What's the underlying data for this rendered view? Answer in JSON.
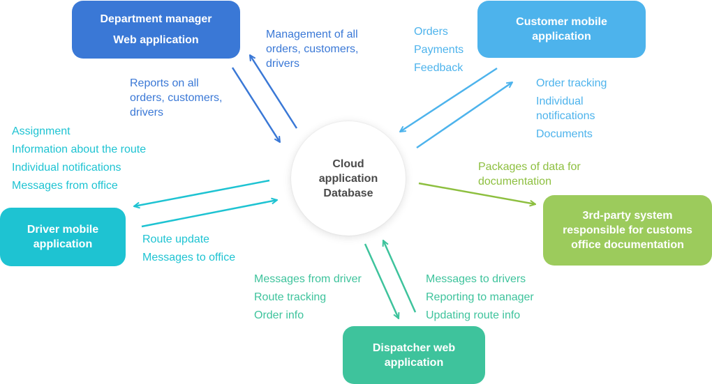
{
  "nodes": {
    "department_manager": {
      "lines": [
        "Department manager",
        "Web application"
      ],
      "color": "#3a78d6"
    },
    "customer_mobile": {
      "lines": [
        "Customer mobile",
        "application"
      ],
      "color": "#4db3ec"
    },
    "driver_mobile": {
      "lines": [
        "Driver mobile",
        "application"
      ],
      "color": "#1ec3d2"
    },
    "third_party": {
      "lines": [
        "3rd-party system",
        "responsible for customs",
        "office documentation"
      ],
      "color": "#9ccb5c"
    },
    "dispatcher_web": {
      "lines": [
        "Dispatcher web",
        "application"
      ],
      "color": "#3ec39c"
    },
    "cloud": {
      "lines": [
        "Cloud",
        "application",
        "Database"
      ]
    }
  },
  "flows": {
    "dept_to_cloud": [
      "Reports on all",
      "orders, customers,",
      "drivers"
    ],
    "cloud_to_dept": [
      "Management of all",
      "orders, customers,",
      "drivers"
    ],
    "customer_to_cloud": [
      "Orders",
      "Payments",
      "Feedback"
    ],
    "cloud_to_customer": [
      "Order tracking",
      "Individual",
      "notifications",
      "Documents"
    ],
    "cloud_to_driver": [
      "Assignment",
      "Information about the route",
      "Individual notifications",
      "Messages from office"
    ],
    "driver_to_cloud": [
      "Route update",
      "Messages to office"
    ],
    "cloud_to_third_party": [
      "Packages of data for",
      "documentation"
    ],
    "cloud_to_dispatcher": [
      "Messages from driver",
      "Route tracking",
      "Order info"
    ],
    "dispatcher_to_cloud": [
      "Messages to drivers",
      "Reporting to manager",
      "Updating route info"
    ]
  }
}
